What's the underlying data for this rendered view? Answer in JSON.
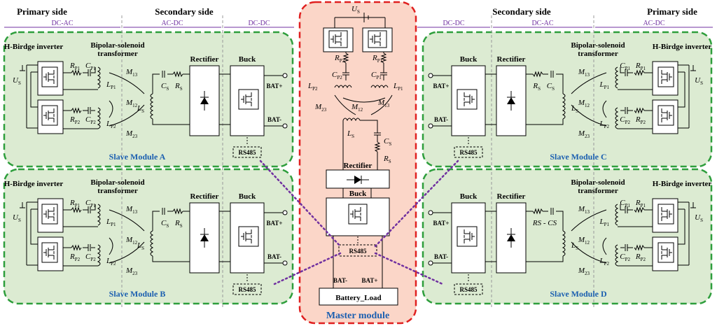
{
  "headers": {
    "primary_left": "Primary side",
    "secondary_left": "Secondary side",
    "secondary_right": "Secondary side",
    "primary_right": "Primary side"
  },
  "sections": {
    "left": [
      "DC-AC",
      "AC-DC",
      "DC-DC"
    ],
    "right": [
      "DC-DC",
      "DC-AC",
      "AC-DC"
    ]
  },
  "labels": {
    "inverter": "H-Birdge inverter",
    "transformer_line1": "Bipolar-solenoid",
    "transformer_line2": "transformer",
    "rectifier": "Rectifier",
    "buck": "Buck",
    "rs485": "RS485",
    "bat_plus": "BAT+",
    "bat_minus": "BAT-",
    "battery_load": "Battery_Load"
  },
  "modules": {
    "slave_a": "Slave Module A",
    "slave_b": "Slave Module B",
    "slave_c": "Slave Module C",
    "slave_d": "Slave Module D",
    "master": "Master module"
  },
  "symbols": {
    "us": [
      "U",
      "S"
    ],
    "rp1": [
      "R",
      "P1"
    ],
    "cp1": [
      "C",
      "P1"
    ],
    "lp1": [
      "L",
      "P1"
    ],
    "rp2": [
      "R",
      "P2"
    ],
    "cp2": [
      "C",
      "P2"
    ],
    "lp2": [
      "L",
      "P2"
    ],
    "m13": [
      "M",
      "13"
    ],
    "m12": [
      "M",
      "12"
    ],
    "m23": [
      "M",
      "23"
    ],
    "cs": [
      "C",
      "S"
    ],
    "rs": [
      "R",
      "S"
    ],
    "ls": [
      "L",
      "S"
    ]
  },
  "colors": {
    "slave_fill": "#dcebd2",
    "slave_border": "#2e9e3c",
    "master_fill": "#fbd6c8",
    "master_border": "#e02020",
    "section_arrow": "#7030a0",
    "module_label": "#1b5fb0"
  }
}
